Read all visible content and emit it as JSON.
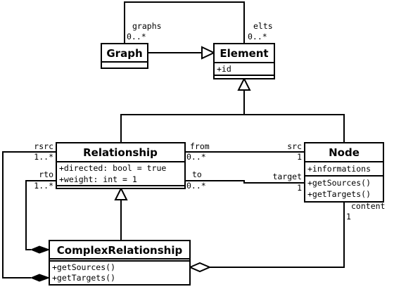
{
  "classes": {
    "graph": {
      "name": "Graph",
      "attributes": [],
      "operations": []
    },
    "element": {
      "name": "Element",
      "attributes": [
        "+id"
      ],
      "operations": []
    },
    "relationship": {
      "name": "Relationship",
      "attributes": [
        "+directed: bool = true",
        "+weight: int = 1"
      ],
      "operations": []
    },
    "node": {
      "name": "Node",
      "attributes": [
        "+informations"
      ],
      "operations": [
        "+getSources()",
        "+getTargets()"
      ]
    },
    "complex": {
      "name": "ComplexRelationship",
      "attributes": [],
      "operations": [
        "+getSources()",
        "+getTargets()"
      ]
    }
  },
  "labels": {
    "graphs_role": "graphs",
    "graphs_mult": "0..*",
    "elts_role": "elts",
    "elts_mult": "0..*",
    "rsrc_role": "rsrc",
    "rsrc_mult": "1..*",
    "rto_role": "rto",
    "rto_mult": "1..*",
    "from_role": "from",
    "from_mult": "0..*",
    "src_role": "src",
    "src_mult": "1",
    "to_role": "to",
    "to_mult": "0..*",
    "target_role": "target",
    "target_mult": "1",
    "content_role": "content",
    "content_mult": "1"
  }
}
